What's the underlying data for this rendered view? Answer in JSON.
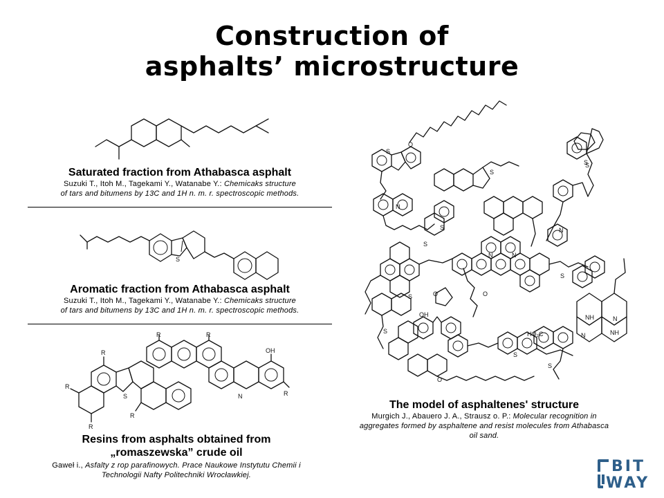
{
  "slide": {
    "title_line1": "Construction of",
    "title_line2": "asphalts’ microstructure"
  },
  "saturated": {
    "title": "Saturated fraction from Athabasca asphalt",
    "ref_authors": "Suzuki T., Itoh M., Tagekami Y., Watanabe Y.: ",
    "ref_title_a": "Chemicaks structure",
    "ref_title_b": "of tars and bitumens by 13C and 1H n. m. r. spectroscopic methods."
  },
  "aromatic": {
    "title": "Aromatic fraction from Athabasca asphalt",
    "ref_authors": "Suzuki T., Itoh M., Tagekami Y., Watanabe Y.: ",
    "ref_title_a": "Chemicaks structure",
    "ref_title_b": "of tars and bitumens by 13C and 1H n. m. r. spectroscopic methods.",
    "atom_s": "S"
  },
  "resins": {
    "title_line1": "Resins from asphalts obtained from",
    "title_line2": "„romaszewska” crude oil",
    "ref_authors": "Gaweł i., ",
    "ref_title": "Asfalty z rop parafinowych. Prace Naukowe Instytutu Chemii i",
    "ref_title_b": "Technologii Nafty Politechniki Wrocławkiej.",
    "labels": {
      "r": "R",
      "s": "S",
      "n": "N",
      "oh": "OH"
    }
  },
  "asphaltenes": {
    "title": "The model of asphaltenes' structure",
    "ref_authors": "Murgich J., Abauero J. A., Strausz o. P.: ",
    "ref_title_a": "Molecular recognition in",
    "ref_title_b": "aggregates formed by asphaltene and resist molecules from Athabasca",
    "ref_title_c": "oil sand.",
    "labels": {
      "s": "S",
      "n": "N",
      "o": "O",
      "oh": "OH",
      "nh": "NH",
      "ho2c": "HO₂C"
    }
  },
  "logo": {
    "text_top": "BIT",
    "text_bottom": "WAY",
    "color": "#2e5f8a"
  }
}
